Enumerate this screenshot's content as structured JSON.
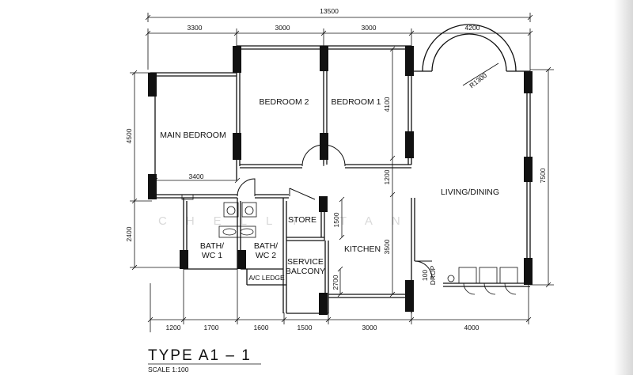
{
  "dimensions": {
    "overall_width": "13500",
    "top_segments": [
      "3300",
      "3000",
      "3000",
      "4200"
    ],
    "bottom_segments": [
      "1200",
      "1700",
      "1600",
      "1500",
      "3000",
      "4000"
    ],
    "left_upper": "4500",
    "left_lower": "2400",
    "right_overall": "7500",
    "bedroom1_depth": "4100",
    "corridor": "1200",
    "kitchen_depth": "3500",
    "store_depth": "1500",
    "service_depth": "2700",
    "main_bedroom_width": "3400",
    "bay_radius": "R1300"
  },
  "rooms": {
    "main_bedroom": "MAIN BEDROOM",
    "bedroom_2": "BEDROOM 2",
    "bedroom_1": "BEDROOM 1",
    "living_dining": "LIVING/DINING",
    "store": "STORE",
    "kitchen": "KITCHEN",
    "bath_1_line1": "BATH/",
    "bath_1_line2": "WC 1",
    "bath_2_line1": "BATH/",
    "bath_2_line2": "WC 2",
    "service_line1": "SERVICE",
    "service_line2": "BALCONY",
    "ac_ledge": "A/C LEDGE",
    "drop_line1": "100",
    "drop_line2": "DROP"
  },
  "watermark": "CHELLY TAN",
  "title": "TYPE A1 – 1",
  "scale": "SCALE 1:100",
  "colors": {
    "ink": "#111111",
    "watermark": "#d9d9d9",
    "background": "#ffffff"
  }
}
